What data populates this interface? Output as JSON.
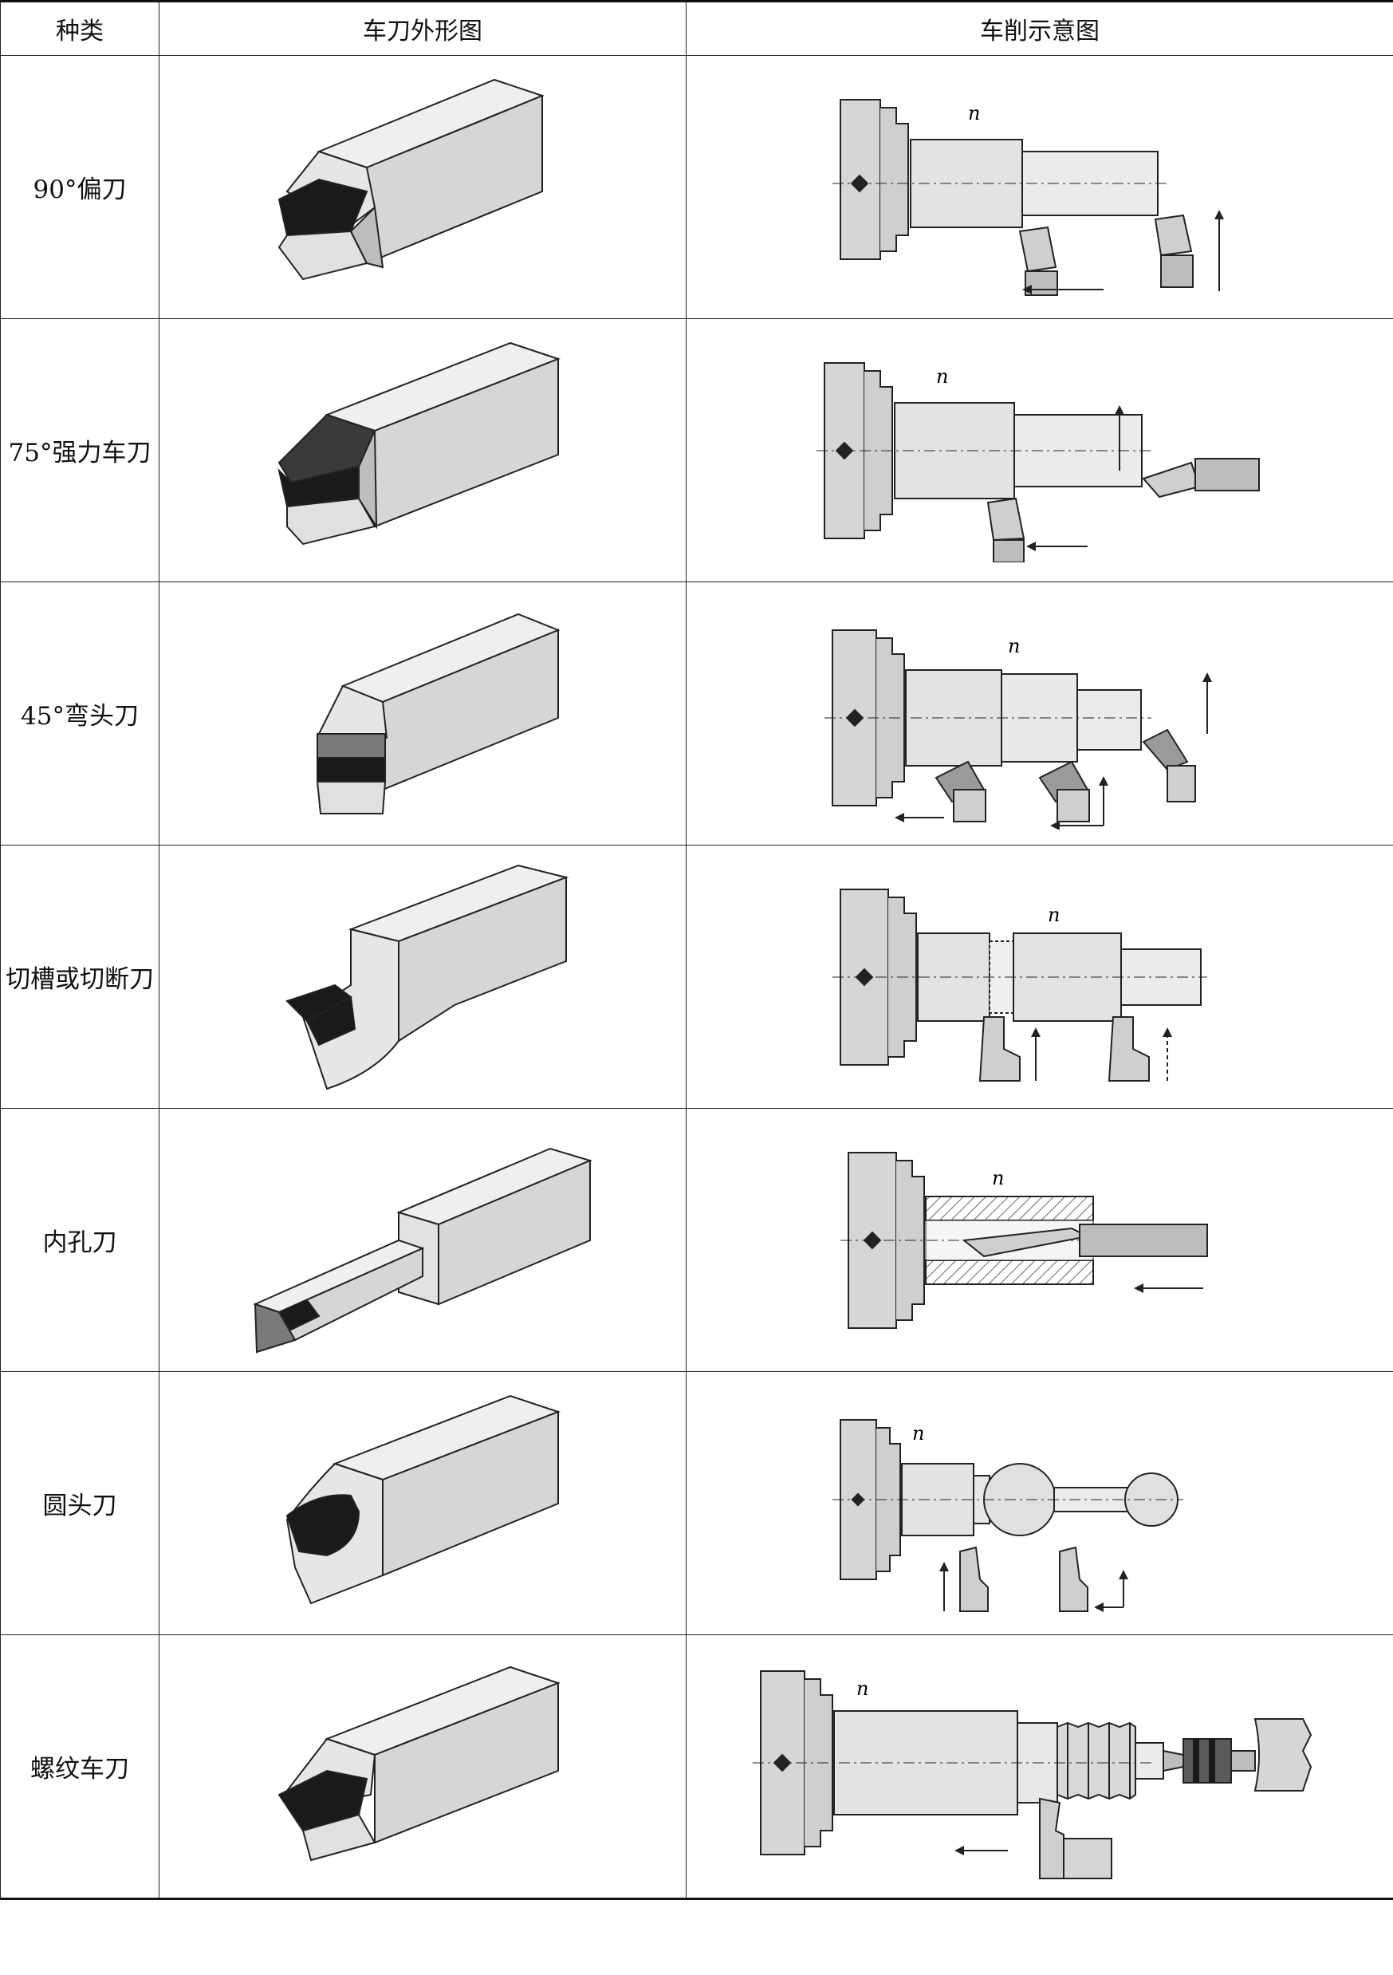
{
  "table": {
    "headers": [
      "种类",
      "车刀外形图",
      "车削示意图"
    ],
    "rows": [
      {
        "kind": "90°偏刀",
        "tool_icon": "offset-90-tool-icon",
        "diagram_icon": "turning-90-diagram"
      },
      {
        "kind": "75°强力车刀",
        "tool_icon": "heavy-75-tool-icon",
        "diagram_icon": "turning-75-diagram"
      },
      {
        "kind": "45°弯头刀",
        "tool_icon": "bent-45-tool-icon",
        "diagram_icon": "turning-45-diagram"
      },
      {
        "kind": "切槽或切断刀",
        "tool_icon": "grooving-parting-tool-icon",
        "diagram_icon": "grooving-diagram"
      },
      {
        "kind": "内孔刀",
        "tool_icon": "boring-tool-icon",
        "diagram_icon": "boring-diagram"
      },
      {
        "kind": "圆头刀",
        "tool_icon": "round-nose-tool-icon",
        "diagram_icon": "round-nose-diagram"
      },
      {
        "kind": "螺纹车刀",
        "tool_icon": "thread-tool-icon",
        "diagram_icon": "threading-diagram"
      }
    ],
    "spindle_label": "n"
  },
  "colors": {
    "line": "#222222",
    "shank_light": "#efefef",
    "shank_mid": "#d6d6d6",
    "shank_dark": "#bdbdbd",
    "insert": "#1a1a1a"
  }
}
